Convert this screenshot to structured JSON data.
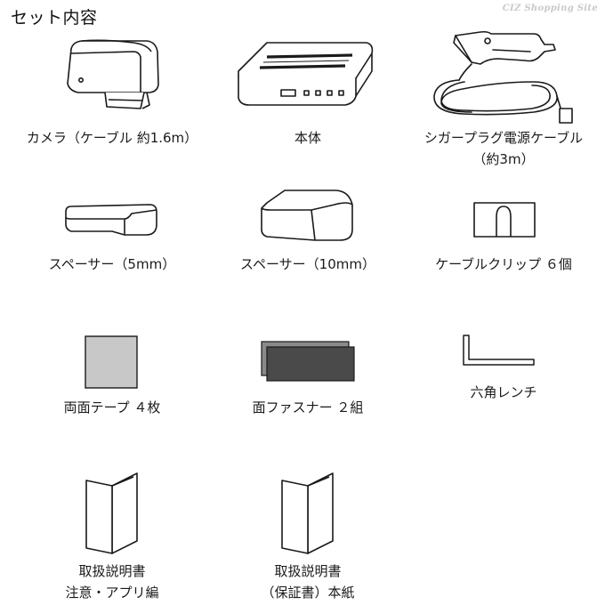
{
  "header": {
    "title": "セット内容",
    "watermark": "CIZ Shopping Site"
  },
  "items": [
    {
      "label": "カメラ（ケーブル 約1.6m）"
    },
    {
      "label": "本体"
    },
    {
      "label": "シガープラグ電源ケーブル",
      "label2": "（約3m）"
    },
    {
      "label": "スペーサー（5mm）"
    },
    {
      "label": "スペーサー（10mm）"
    },
    {
      "label": "ケーブルクリップ ６個"
    },
    {
      "label": "両面テープ ４枚"
    },
    {
      "label": "面ファスナー ２組"
    },
    {
      "label": "六角レンチ"
    },
    {
      "label": "取扱説明書",
      "label2": "注意・アプリ編"
    },
    {
      "label": "取扱説明書",
      "label2": "（保証書）本紙"
    }
  ],
  "colors": {
    "line": "#1a1a1a",
    "tape_gray": "#c8c8c8",
    "fastener_dark": "#4a4a4a",
    "fastener_back": "#8a8a8a"
  }
}
